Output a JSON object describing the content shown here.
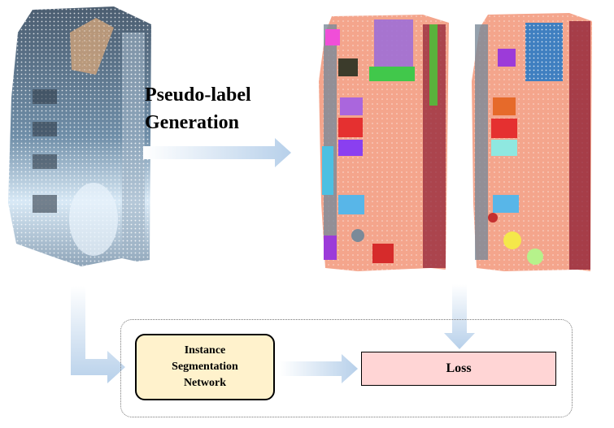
{
  "labels": {
    "pseudo_label_line1": "Pseudo-label",
    "pseudo_label_line2": "Generation",
    "network_line1": "Instance",
    "network_line2": "Segmentation",
    "network_line3": "Network",
    "loss": "Loss"
  },
  "colors": {
    "arrow_fill": "#c9dcee",
    "network_fill": "#fff2cc",
    "loss_fill": "#ffd5d5",
    "floor_salmon": "#f4a58c",
    "scan_blue": "#6c8aa5"
  }
}
